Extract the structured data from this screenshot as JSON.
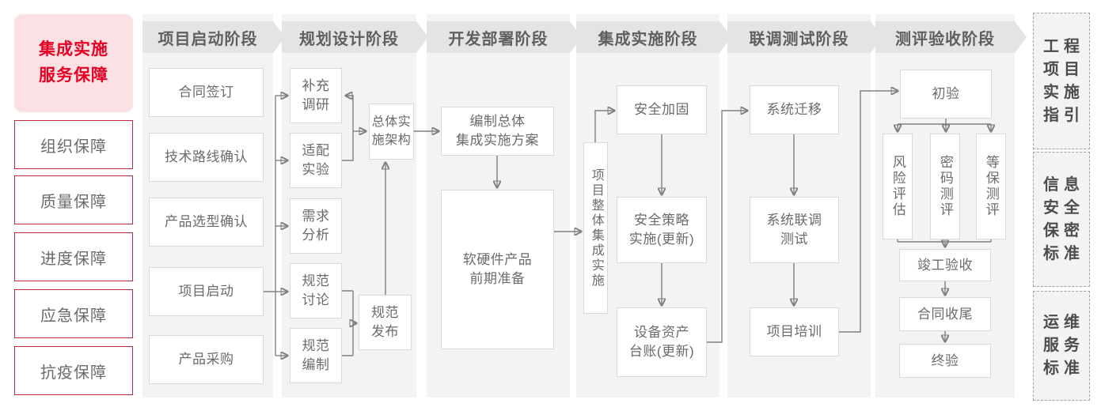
{
  "sidebar": {
    "title": {
      "key": "sidebar-title",
      "label": "集成实施\n服务保障"
    },
    "items": [
      {
        "key": "org-guarantee",
        "label": "组织保障"
      },
      {
        "key": "quality-guarantee",
        "label": "质量保障"
      },
      {
        "key": "schedule-guarantee",
        "label": "进度保障"
      },
      {
        "key": "emergency-guarantee",
        "label": "应急保障"
      },
      {
        "key": "pandemic-guarantee",
        "label": "抗疫保障"
      }
    ]
  },
  "phases": [
    {
      "key": "project-kickoff-phase",
      "label": "项目启动阶段"
    },
    {
      "key": "planning-design-phase",
      "label": "规划设计阶段"
    },
    {
      "key": "dev-deployment-phase",
      "label": "开发部署阶段"
    },
    {
      "key": "integration-impl-phase",
      "label": "集成实施阶段"
    },
    {
      "key": "joint-testing-phase",
      "label": "联调测试阶段"
    },
    {
      "key": "evaluation-accept-phase",
      "label": "测评验收阶段"
    }
  ],
  "nodes": [
    {
      "key": "contract-signing",
      "label": "合同签订"
    },
    {
      "key": "tech-route-confirm",
      "label": "技术路线确认"
    },
    {
      "key": "product-selection-confirm",
      "label": "产品选型确认"
    },
    {
      "key": "project-kickoff",
      "label": "项目启动"
    },
    {
      "key": "product-procurement",
      "label": "产品采购"
    },
    {
      "key": "supplementary-research",
      "label": "补充\n调研"
    },
    {
      "key": "adaptation-test",
      "label": "适配\n实验"
    },
    {
      "key": "requirement-analysis",
      "label": "需求\n分析"
    },
    {
      "key": "spec-discussion",
      "label": "规范\n讨论"
    },
    {
      "key": "spec-drafting",
      "label": "规范\n编制"
    },
    {
      "key": "overall-architecture",
      "label": "总体实\n施架构"
    },
    {
      "key": "spec-release",
      "label": "规范\n发布"
    },
    {
      "key": "overall-plan",
      "label": "编制总体\n集成实施方案"
    },
    {
      "key": "preparation",
      "label": "软硬件产品\n前期准备"
    },
    {
      "key": "integration-implementation",
      "label": "项目整体集成实施",
      "kind": "vbox"
    },
    {
      "key": "security-hardening",
      "label": "安全加固"
    },
    {
      "key": "security-policy",
      "label": "安全策略\n实施(更新)"
    },
    {
      "key": "asset-ledger",
      "label": "设备资产\n台账(更新)"
    },
    {
      "key": "system-migration",
      "label": "系统迁移"
    },
    {
      "key": "joint-debug-test",
      "label": "系统联调\n测试"
    },
    {
      "key": "project-training",
      "label": "项目培训"
    },
    {
      "key": "initial-acceptance",
      "label": "初验"
    },
    {
      "key": "risk-assessment",
      "label": "风险评估",
      "kind": "vbox"
    },
    {
      "key": "crypto-evaluation",
      "label": "密码测评",
      "kind": "vbox"
    },
    {
      "key": "mlps-evaluation",
      "label": "等保测评",
      "kind": "vbox"
    },
    {
      "key": "completion-acceptance",
      "label": "竣工验收"
    },
    {
      "key": "contract-closure",
      "label": "合同收尾"
    },
    {
      "key": "final-acceptance",
      "label": "终验"
    }
  ],
  "guides": [
    {
      "key": "guide-project-implementation",
      "label": "工程\n项目\n实施\n指引"
    },
    {
      "key": "guide-infosec-standard",
      "label": "信息\n安全\n保密\n标准"
    },
    {
      "key": "guide-ops-standard",
      "label": "运维\n服务\n标准"
    }
  ],
  "colors": {
    "accent_red": "#e60023",
    "border_red": "#c02c3e",
    "pink_bg": "#fbe0e4",
    "banner_bg": "#e4e4e5",
    "column_bg": "#f3f3f4",
    "box_border": "#d9d9d9",
    "text_gray": "#6b6b6b",
    "header_text": "#5f5f5f",
    "guide_text": "#4d4d4d",
    "line": "#808080"
  }
}
